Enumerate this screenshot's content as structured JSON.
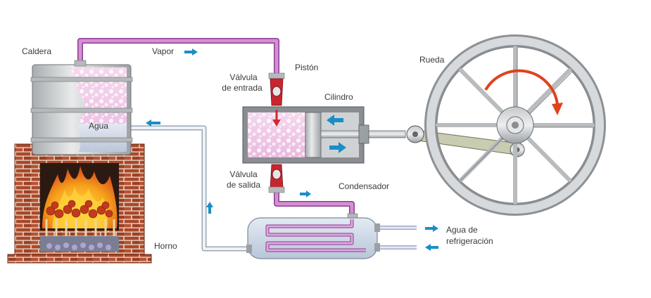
{
  "labels": {
    "caldera": "Caldera",
    "vapor": "Vapor",
    "valvula_entrada_1": "Válvula",
    "valvula_entrada_2": "de entrada",
    "piston": "Pistón",
    "cilindro": "Cilindro",
    "rueda": "Rueda",
    "agua": "Agua",
    "valvula_salida_1": "Válvula",
    "valvula_salida_2": "de salida",
    "condensador": "Condensador",
    "agua_refrigeracion_1": "Agua de",
    "agua_refrigeracion_2": "refrigeración",
    "horno": "Horno"
  },
  "colors": {
    "steam_pipe": "#c77bc9",
    "water_pipe": "#dfe7ee",
    "arrow": "#1a8ec8",
    "valve": "#c8262f",
    "metal": "#c9ccce",
    "brick": "#a5462a",
    "fire": "#f39a1c",
    "wheel_arrow": "#e0411e"
  }
}
